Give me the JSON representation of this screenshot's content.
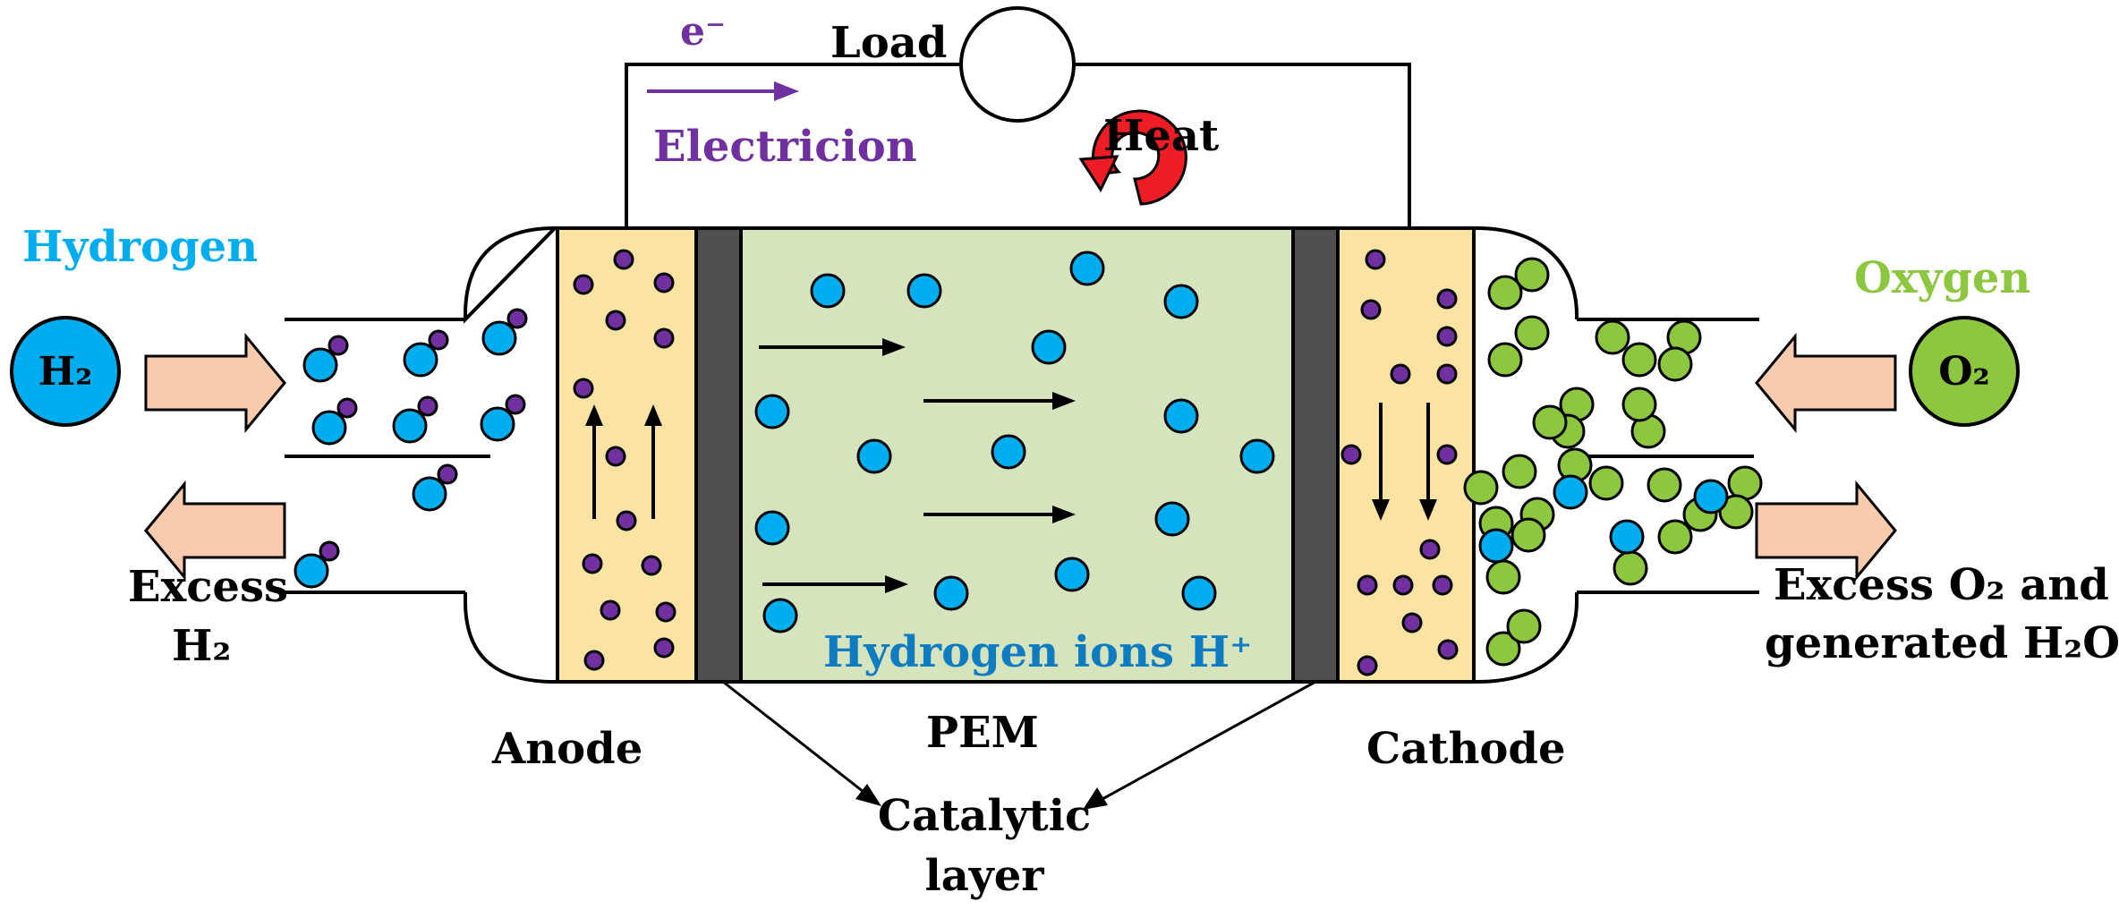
{
  "labels": {
    "electron_symbol": "e⁻",
    "electron_caption": "Electricion",
    "load": "Load",
    "heat": "Heat",
    "hydrogen": "Hydrogen",
    "h2_symbol": "H₂",
    "excess_h2_line1": "Excess",
    "excess_h2_line2": "H₂",
    "oxygen": "Oxygen",
    "o2_symbol": "O₂",
    "excess_o2_line1": "Excess O₂ and",
    "excess_o2_line2": "generated H₂O",
    "hydrogen_ions": "Hydrogen ions H⁺",
    "anode": "Anode",
    "pem": "PEM",
    "cathode": "Cathode",
    "catalytic_line1": "Catalytic",
    "catalytic_line2": "layer"
  },
  "colors": {
    "hydrogen_blue": "#00AEEF",
    "ion_blue": "#0F7BC0",
    "electron_purple": "#7030A0",
    "oxygen_green": "#8DC63F",
    "electrode_yellow": "#FBE3A3",
    "pem_green": "#D6E4BE",
    "catalyst_gray": "#505050",
    "heat_red": "#EE1C25",
    "arrow_fill": "#F9CBAE"
  },
  "icons": {
    "load": "load-circle-icon",
    "heat": "heat-circular-arrow-icon",
    "inlet_arrow": "block-arrow-icon"
  }
}
